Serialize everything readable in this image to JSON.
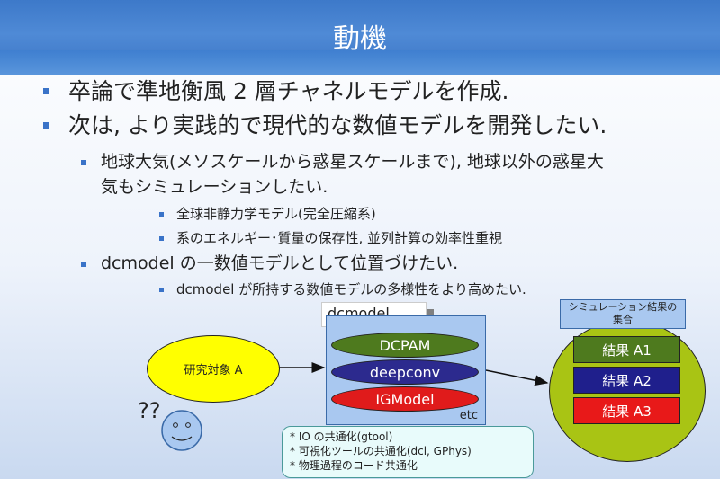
{
  "slide": {
    "title": "動機",
    "bullets": [
      "卒論で準地衡風 2 層チャネルモデルを作成.",
      "次は, より実践的で現代的な数値モデルを開発したい."
    ],
    "sub_bullets": [
      "地球大気(メソスケールから惑星スケールまで), 地球以外の惑星大",
      "気もシミュレーションしたい."
    ],
    "sub_sub_bullets": [
      "全球非静力学モデル(完全圧縮系)",
      "系のエネルギー･質量の保存性, 並列計算の効率性重視"
    ],
    "sub_bullet_2": "dcmodel の一数値モデルとして位置づけたい.",
    "sub_sub_bullet_2": "dcmodel が所持する数値モデルの多様性をより高めたい."
  },
  "diagram": {
    "research_target": "研究対象 A",
    "question": "??",
    "dcmodel_label": "dcmodel",
    "models": [
      "DCPAM",
      "deepconv",
      "IGModel"
    ],
    "etc": "etc",
    "results_title": "シミュレーション結果の集合",
    "results": [
      "結果 A1",
      "結果 A2",
      "結果 A3"
    ],
    "notes": [
      "* IO の共通化(gtool)",
      "* 可視化ツールの共通化(dcl, GPhys)",
      "* 物理過程のコード共通化"
    ]
  },
  "colors": {
    "title_bar": "#4a86d4",
    "bullet": "#3a73c8",
    "dcpam": "#4e7a1e",
    "deepconv": "#2c2a8e",
    "igmodel": "#e01b1b",
    "result_circle": "#a9c414",
    "result_a1": "#4e7a1e",
    "result_a2": "#1f1f8c",
    "result_a3": "#e81919",
    "target_ellipse": "#ffff00",
    "model_box": "#a9c8f0"
  }
}
